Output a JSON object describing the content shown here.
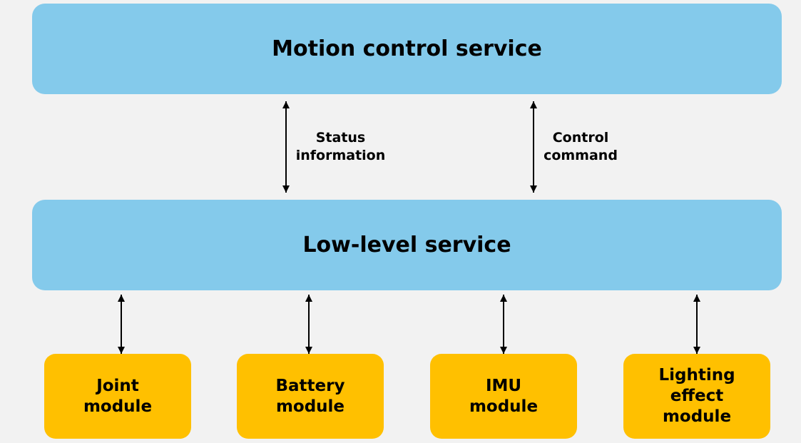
{
  "diagram": {
    "top_service": "Motion control service",
    "middle_service": "Low-level service",
    "links": [
      {
        "label": "Status\ninformation"
      },
      {
        "label": "Control\ncommand"
      }
    ],
    "modules": [
      {
        "label": "Joint\nmodule"
      },
      {
        "label": "Battery\nmodule"
      },
      {
        "label": "IMU\nmodule"
      },
      {
        "label": "Lighting\neffect\nmodule"
      }
    ]
  },
  "colors": {
    "background": "#f2f2f2",
    "service_box": "#84caeb",
    "module_box": "#ffc000",
    "arrow": "#000000"
  }
}
